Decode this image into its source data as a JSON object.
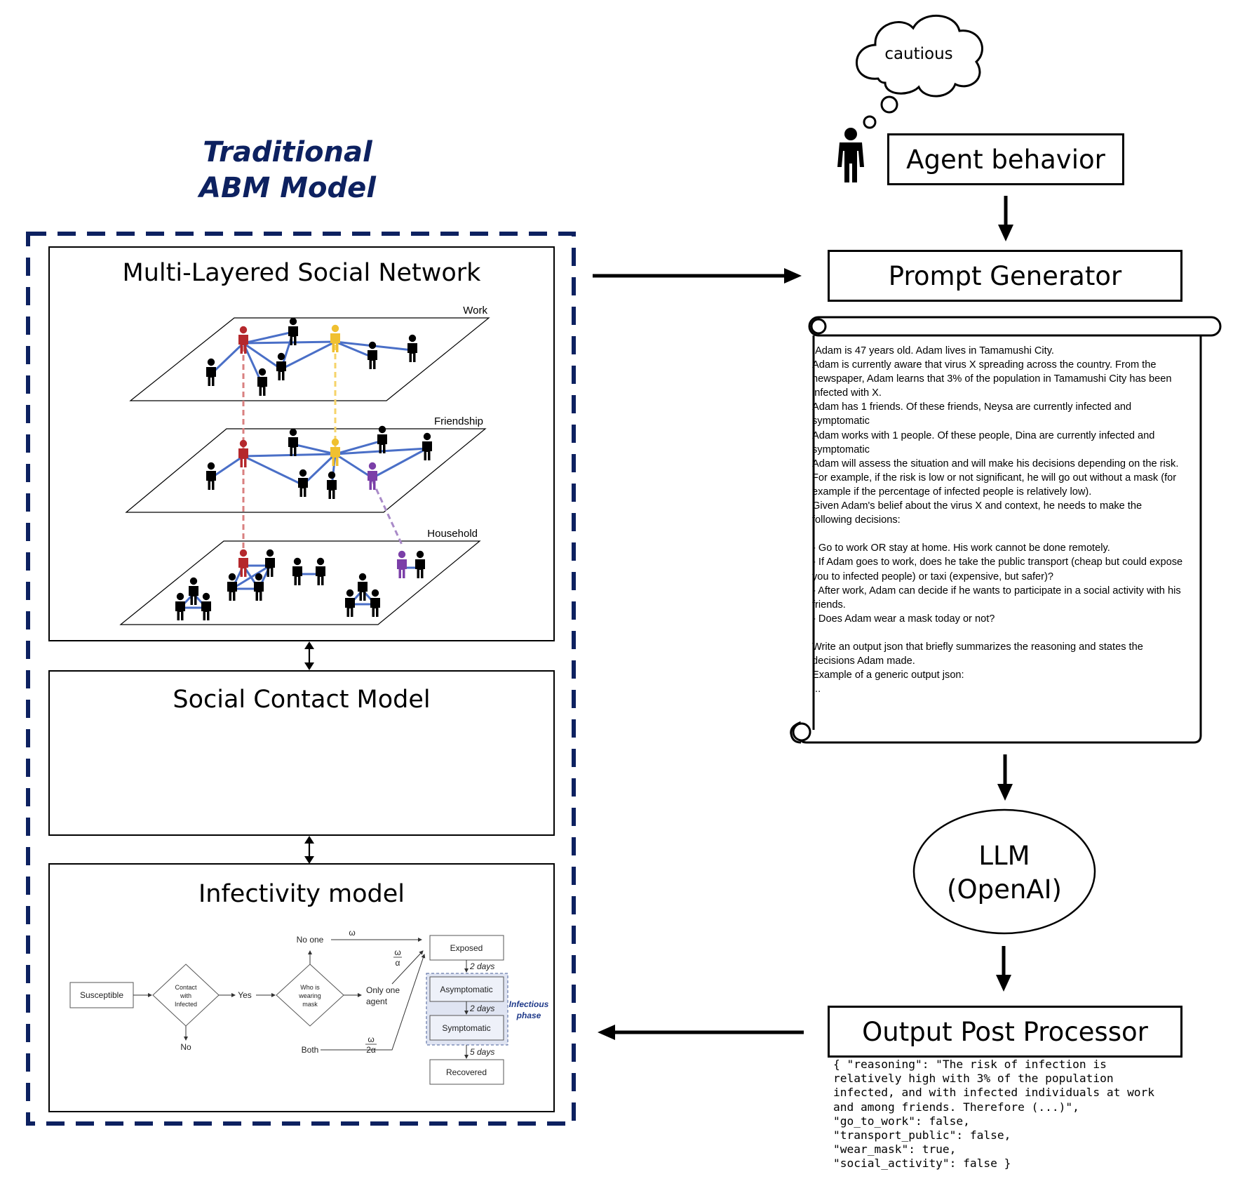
{
  "abm": {
    "title_line1": "Traditional",
    "title_line2": "ABM Model",
    "frame_color": "#0d2160"
  },
  "network": {
    "title": "Multi-Layered Social Network",
    "layers": [
      "Work",
      "Friendship",
      "Household"
    ],
    "edge_color": "#4a6fc7",
    "agent_colors": {
      "red": "#b5282c",
      "yellow": "#f0c030",
      "purple": "#7b3fa8",
      "default": "#000000"
    }
  },
  "contact": {
    "title": "Social Contact Model"
  },
  "infectivity": {
    "title": "Infectivity model",
    "flow": {
      "susceptible": "Susceptible",
      "contact_line1": "Contact",
      "contact_line2": "with",
      "contact_line3": "Infected",
      "yes": "Yes",
      "no": "No",
      "mask_line1": "Who is",
      "mask_line2": "wearing",
      "mask_line3": "mask",
      "no_one": "No one",
      "only_one_line1": "Only one",
      "only_one_line2": "agent",
      "both": "Both",
      "omega": "ω",
      "omega_over_alpha_num": "ω",
      "omega_over_alpha_den": "α",
      "omega_over_2alpha_num": "ω",
      "omega_over_2alpha_den": "2α",
      "exposed": "Exposed",
      "asymptomatic": "Asymptomatic",
      "symptomatic": "Symptomatic",
      "recovered": "Recovered",
      "d1": "2 days",
      "d2": "2 days",
      "d3": "5 days",
      "infectious_line1": "Infectious",
      "infectious_line2": "phase"
    }
  },
  "thought": "cautious",
  "agent_behavior": "Agent behavior",
  "prompt_generator": "Prompt Generator",
  "prompt_text": " Adam is 47 years old. Adam lives in Tamamushi City.\nAdam is currently aware that virus X spreading across the country. From the newspaper, Adam learns that 3% of the population in Tamamushi City has been infected with X.\nAdam has 1 friends. Of these friends, Neysa are currently infected and symptomatic\nAdam works with 1 people. Of these people, Dina are currently infected and symptomatic\nAdam will assess the situation and will make his decisions depending on the risk. For example, if the risk is low or not significant, he will go out without a mask (for example if the percentage of infected people is relatively low).\nGiven Adam's belief about the virus X and context, he needs to make the following decisions:\n\n- Go to work OR stay at home. His work cannot be done remotely.\n- If Adam goes to work, does he take the public transport (cheap but could expose you to infected people) or taxi (expensive, but safer)?\n- After work, Adam can decide if he wants to participate in a social activity with his friends.\n- Does Adam wear a mask today or not?\n\nWrite an output json that briefly summarizes the reasoning and states the decisions Adam made.\nExample of a generic output json:\n...",
  "llm": {
    "line1": "LLM",
    "line2": "(OpenAI)"
  },
  "output_post_processor": "Output Post Processor",
  "output_json": "{ \"reasoning\": \"The risk of infection is relatively high with 3% of the population infected, and with infected individuals at work and among friends. Therefore (...)\",\n\"go_to_work\": false,\n\"transport_public\": false,\n\"wear_mask\": true,\n\"social_activity\": false }"
}
